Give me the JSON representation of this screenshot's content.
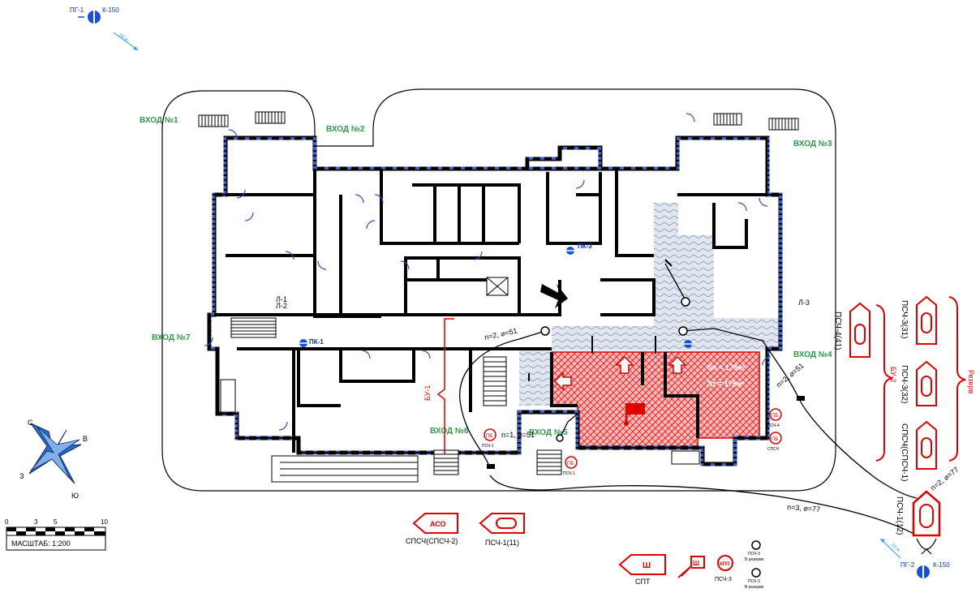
{
  "hydrants": {
    "top": {
      "name": "ПГ-1",
      "diameter": "К-150",
      "dist": "20 м"
    },
    "bottom": {
      "name": "ПГ-2",
      "diameter": "К-150",
      "dist": "20 м"
    }
  },
  "entrances": [
    "ВХОД №1",
    "ВХОД №2",
    "ВХОД №3",
    "ВХОД №4",
    "ВХОД №5",
    "ВХОД №6",
    "ВХОД №7"
  ],
  "valves": {
    "pk1": "ПК-1",
    "pk3": "ПК-3"
  },
  "fire_area": {
    "sp": "Sп = 179м²",
    "st": "Sт = 179м²"
  },
  "combat_sites": {
    "bu1": "БУ-1",
    "bu2": "БУ-2"
  },
  "reserve_label": "Резерв",
  "units": {
    "psch4_41": "ПСЧ-4(41)",
    "psch3_31": "ПСЧ-3(31)",
    "psch3_32": "ПСЧ-3(32)",
    "spsch1": "СПСЧ(СПСЧ-1)",
    "psch1_12": "ПСЧ-1(12)",
    "aso_vehicle": "АСО",
    "aso_unit": "СПСЧ(СПСЧ-2)",
    "psch1_11": "ПСЧ-1(11)",
    "spt_symbol": "Ш",
    "spt": "СПТ",
    "hq_symbol": "Ш",
    "kpp_symbol": "КПП",
    "kpp_unit": "ПСЧ-3"
  },
  "post_points": {
    "pb": "ПБ",
    "psch1": "ПСЧ-1",
    "psch4": "ПСЧ-4",
    "spsch": "СПСЧ",
    "reserve_unit": "ПСЧ-3",
    "reserve_text": "В резерве"
  },
  "hose_lines": {
    "l1": "n=1, ⌀=51",
    "l2": "n=2, ⌀=51",
    "l3": "n=3, ⌀=77",
    "l4": "n=2, ⌀=77",
    "l5": "n=2, ⌀=51",
    "c1": "Л-1",
    "c2": "Л-2",
    "c3": "Л-3"
  },
  "scale": {
    "ticks": [
      "0",
      "3",
      "5",
      "10"
    ],
    "label": "МАСШТАБ:  1:200"
  },
  "compass": {
    "north": "С",
    "east": "В",
    "south": "Ю",
    "west": "З"
  }
}
